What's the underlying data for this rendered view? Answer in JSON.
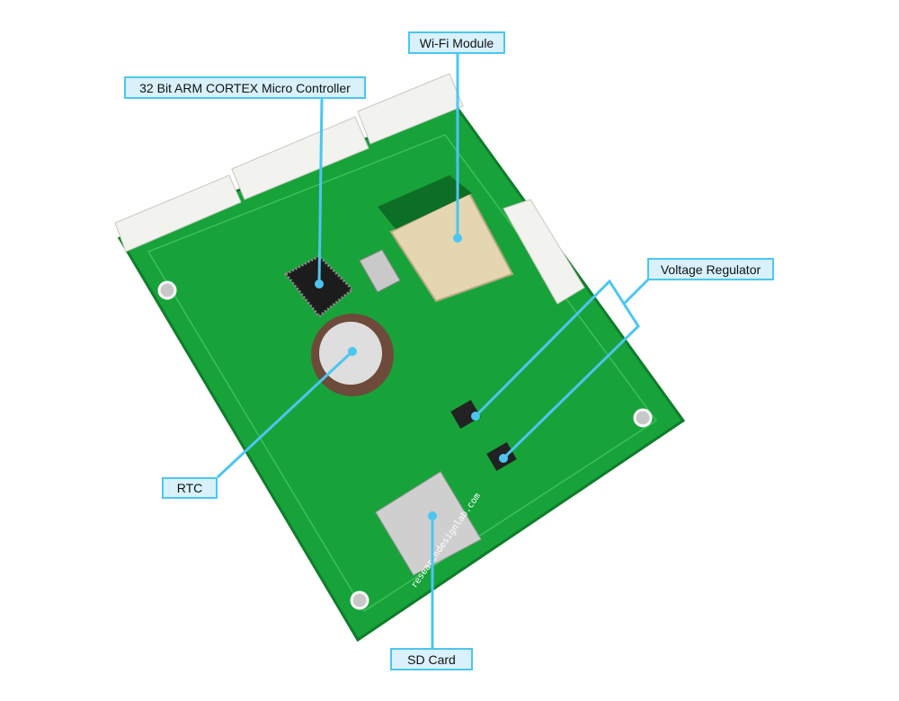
{
  "labels": {
    "wifi": "Wi-Fi Module",
    "mcu": "32 Bit ARM CORTEX Micro Controller",
    "regulator": "Voltage Regulator",
    "rtc": "RTC",
    "sd": "SD Card"
  },
  "board_text": "researchdesignlab.com",
  "colors": {
    "callout_line": "#4cc6f0",
    "callout_fill": "#d8f1fc",
    "pcb": "#17a33a"
  }
}
